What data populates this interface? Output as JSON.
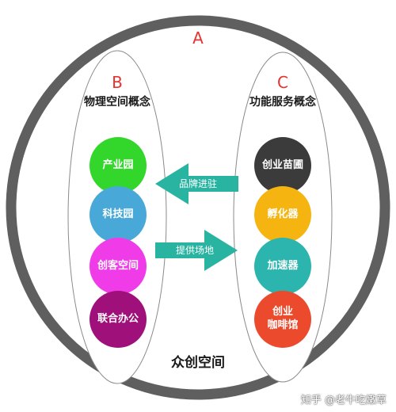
{
  "outer": {
    "letter": "A",
    "caption": "众创空间",
    "ring_color": "#5f5f5f"
  },
  "left_panel": {
    "letter": "B",
    "title": "物理空间概念",
    "nodes": [
      {
        "label": "产业园",
        "color": "#33d62a"
      },
      {
        "label": "科技园",
        "color": "#48a9d8"
      },
      {
        "label": "创客空间",
        "color": "#f03ce8"
      },
      {
        "label": "联合办公",
        "color": "#a0107a"
      }
    ]
  },
  "right_panel": {
    "letter": "C",
    "title": "功能服务概念",
    "nodes": [
      {
        "label": "创业苗圃",
        "color": "#3b3b3b"
      },
      {
        "label": "孵化器",
        "color": "#f5b40f"
      },
      {
        "label": "加速器",
        "color": "#2bb5ae"
      },
      {
        "label": "创业\n咖啡馆",
        "color": "#ec4a2c"
      }
    ]
  },
  "arrows": {
    "top": {
      "label": "品牌进驻",
      "color": "#29b4a2"
    },
    "bottom": {
      "label": "提供场地",
      "color": "#29b4a2"
    }
  },
  "watermark": "知乎 @老牛吃嫩草"
}
